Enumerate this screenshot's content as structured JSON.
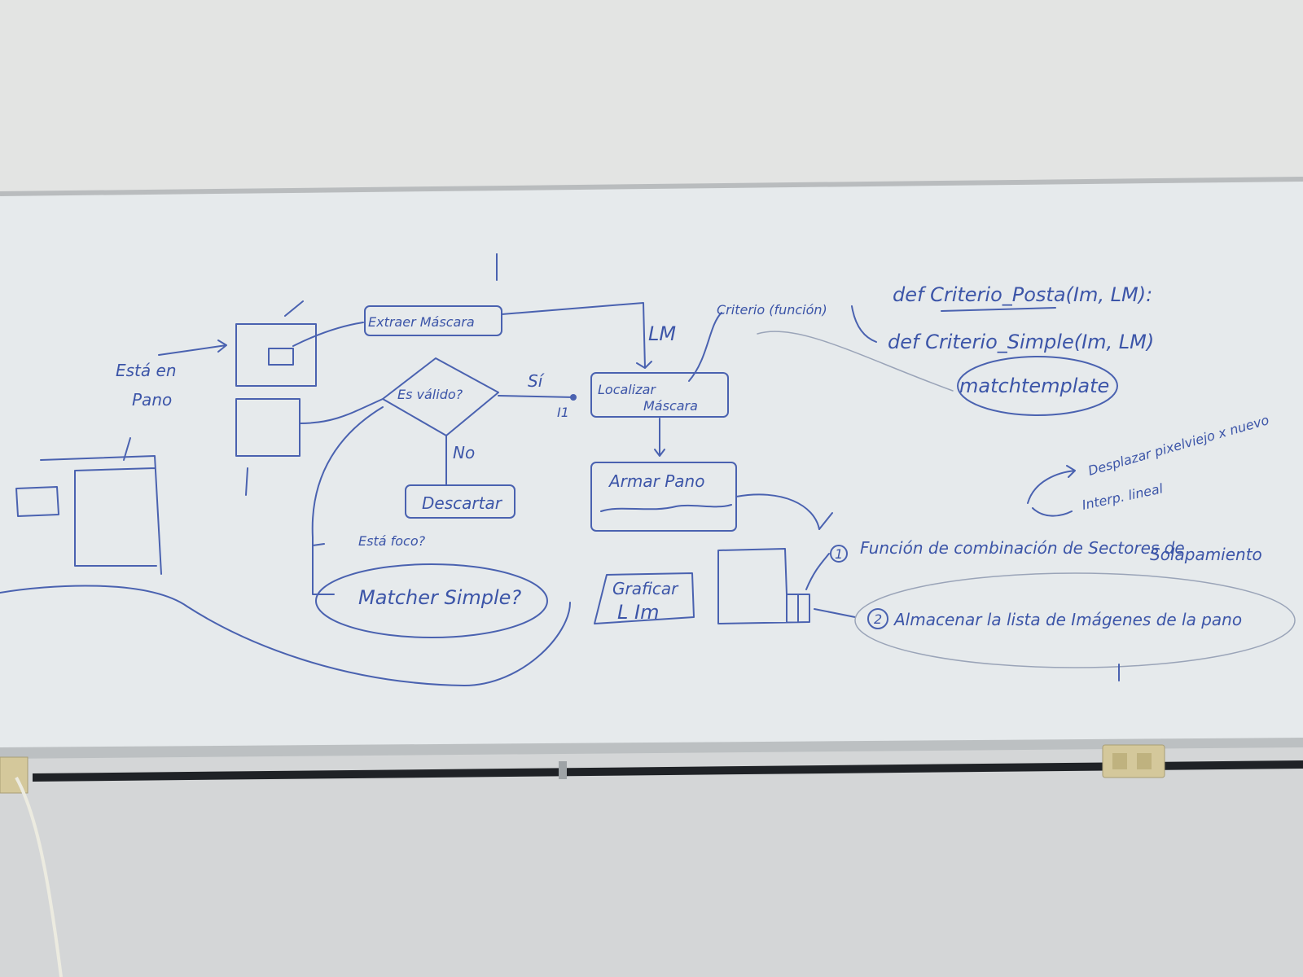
{
  "board": {
    "texts": {
      "esta_en_pano_1": "Está en",
      "esta_en_pano_2": "Pano",
      "extraer_mascara": "Extraer Máscara",
      "lm": "LM",
      "es_valido": "Es válido?",
      "si": "Sí",
      "i1": "I1",
      "localizar_1": "Localizar",
      "localizar_2": "Máscara",
      "no": "No",
      "descartar": "Descartar",
      "armar_pano": "Armar Pano",
      "esta_foco": "Está foco?",
      "matcher_simple": "Matcher Simple?",
      "graficar": "Graficar",
      "l_im": "L Im",
      "criterio_funcion": "Criterio (función)",
      "def_posta": "def Criterio_Posta(Im, LM):",
      "def_simple": "def Criterio_Simple(Im, LM)",
      "matchtemplate": "matchtemplate",
      "desplazar": "Desplazar pixelviejo x nuevo",
      "interp": "Interp. lineal",
      "funcion_comb_1": "Función de combinación de Sectores de",
      "funcion_comb_2": "Solapamiento",
      "almacenar": "Almacenar la lista de Imágenes de la pano",
      "num_1": "1",
      "num_2": "2"
    }
  }
}
